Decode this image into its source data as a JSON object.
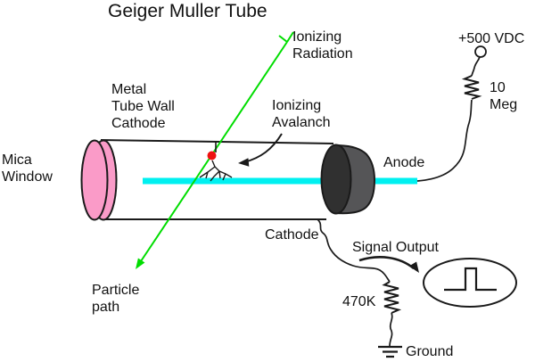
{
  "title": "Geiger Muller Tube",
  "labels": {
    "mica_window": "Mica\nWindow",
    "metal_tube_wall_cathode": "Metal\nTube Wall\nCathode",
    "ionizing_radiation": "Ionizing\nRadiation",
    "ionizing_avalanch": "Ionizing\nAvalanch",
    "anode": "Anode",
    "cathode": "Cathode",
    "particle_path": "Particle\npath",
    "signal_output": "Signal Output",
    "supply_voltage": "+500 VDC",
    "anode_resistor": "10 Meg",
    "cathode_resistor": "470K",
    "ground": "Ground"
  },
  "colors": {
    "background": "#FFFFFF",
    "ink": "#1a1a1a",
    "mica_window_fill": "#FA9BC8",
    "anode_cap_front": "#303030",
    "anode_cap_side": "#555557",
    "anode_wire": "#00F0F0",
    "particle_track": "#00DD00",
    "avalanche_dot": "#EE1111"
  }
}
